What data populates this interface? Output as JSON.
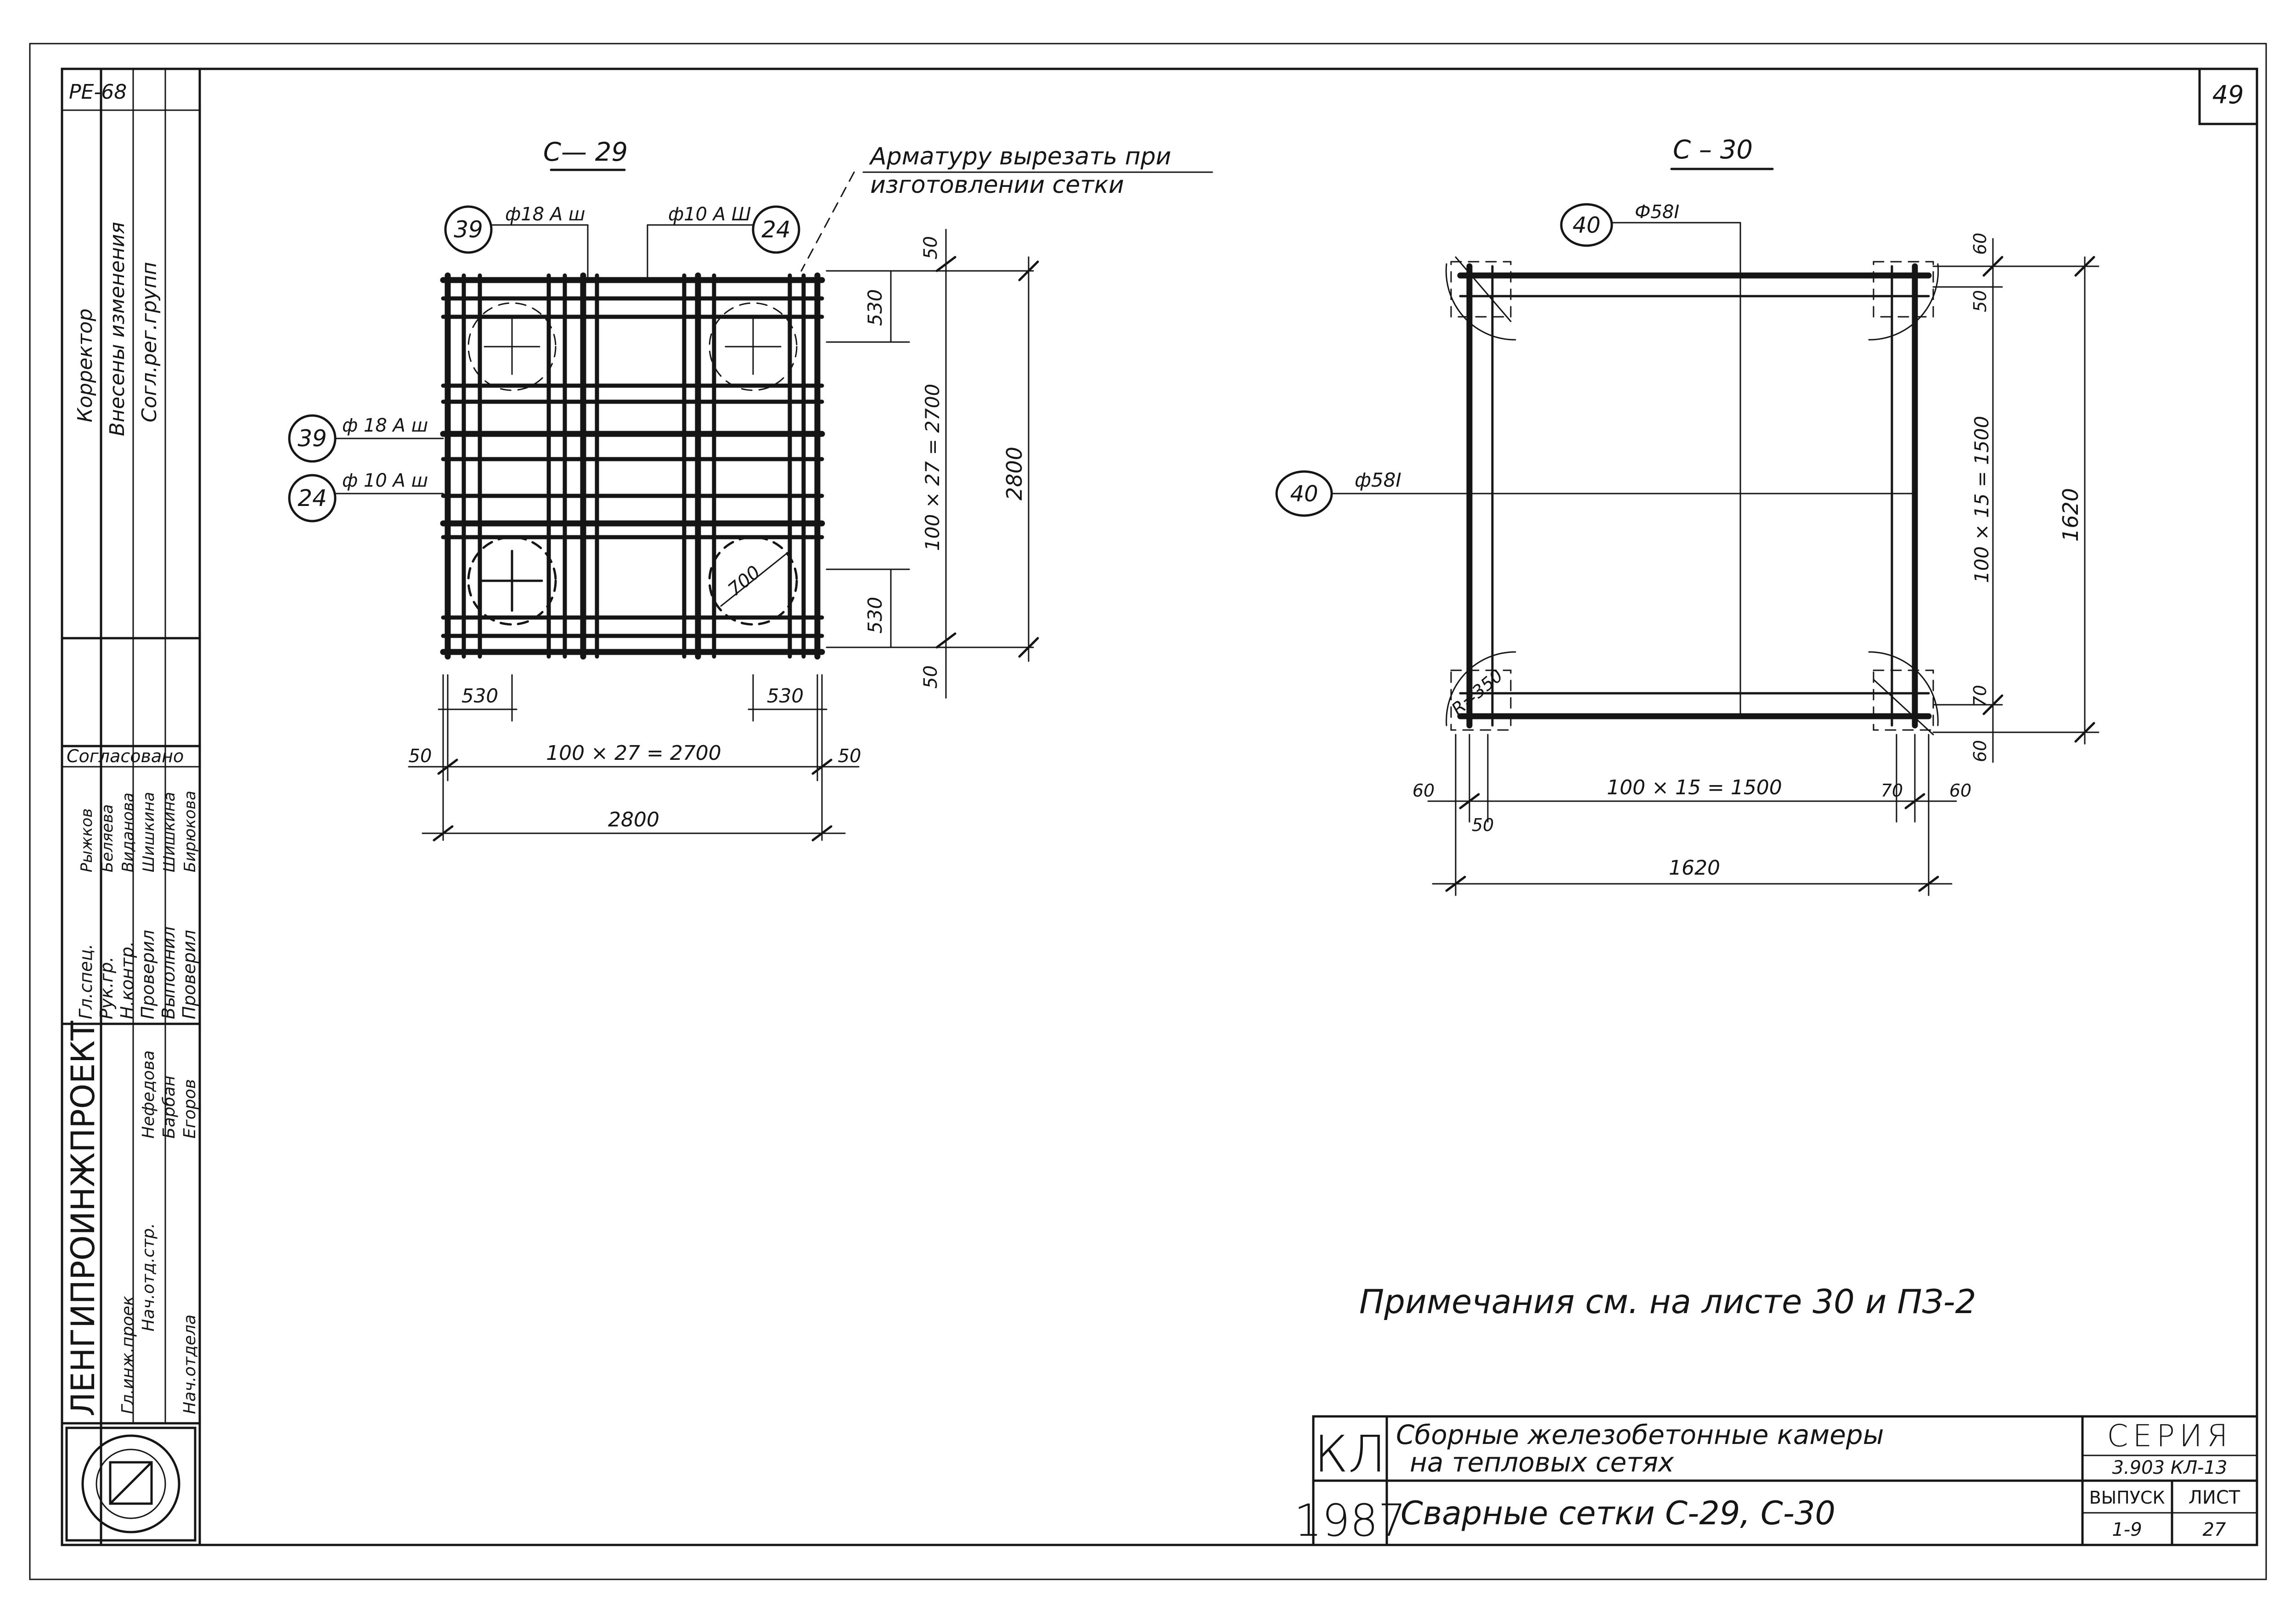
{
  "sheet_number": "49",
  "top_left_stamp": "РЕ-68",
  "drawing_c29": {
    "title": "С— 29",
    "note": [
      "Арматуру вырезать при",
      "изготовлении сетки"
    ],
    "marks": [
      {
        "id": "39",
        "label": "ф18 А ш"
      },
      {
        "id": "24",
        "label": "ф10 А Ш"
      },
      {
        "id": "39",
        "label": "ф 18 А ш"
      },
      {
        "id": "24",
        "label": "ф 10 А ш"
      }
    ],
    "dims": {
      "top_50": "50",
      "top_530": "530",
      "vertical_mid": "100 × 27 = 2700",
      "vertical_total": "2800",
      "bottom_530": "530",
      "bottom_50": "50",
      "bottom_left_530": "530",
      "bottom_right_530": "530",
      "left_50": "50",
      "horizontal_mid": "100 × 27 = 2700",
      "right_50": "50",
      "horizontal_total": "2800",
      "hole_dia": "700"
    }
  },
  "drawing_c30": {
    "title": "С – 30",
    "marks": [
      {
        "id": "40",
        "label": "Ф58I"
      },
      {
        "id": "40",
        "label": "ф58I"
      }
    ],
    "dims": {
      "top_60": "60",
      "top_50": "50",
      "vertical_mid": "100 × 15 = 1500",
      "vertical_total": "1620",
      "bottom_70": "70",
      "bottom_60": "60",
      "left_60": "60",
      "left_50": "50",
      "horizontal_mid": "100 × 15 = 1500",
      "right_70": "70",
      "right_60": "60",
      "horizontal_total": "1620",
      "radius": "R=350"
    }
  },
  "note_bottom": "Примечания см. на листе 30 и ПЗ-2",
  "side_stamp": {
    "org": "ЛЕНГИПРОИНЖПРОЕКТ",
    "approved": "Согласовано",
    "rows_left": [
      "Гл.спец.",
      "Рук.гр.",
      "Н.контр.",
      "Проверил",
      "Выполнил",
      "Проверил"
    ],
    "rows_right": [
      "Рыжков",
      "Беляева",
      "Виданова",
      "Шишкина",
      "Шишкина",
      "Бирюкова"
    ],
    "bottom_rows": [
      "Нач.отдела",
      "Гл.инж.проек",
      "Нач.отд.стр.",
      "Нефедова",
      "Барбан",
      "Егоров"
    ],
    "top_rows": [
      "Корректор",
      "Внесены изменения",
      "Согл.рег.групп"
    ]
  },
  "title_block": {
    "code": "КЛ",
    "year": "1987",
    "title_line1": "Сборные железобетонные камеры",
    "title_line2": "на тепловых сетях",
    "subtitle": "Сварные сетки С-29, С-30",
    "series_label": "СЕРИЯ",
    "series_value": "3.903 КЛ-13",
    "issue_label": "ВЫПУСК",
    "issue_value": "1-9",
    "sheet_label": "ЛИСТ",
    "sheet_value": "27"
  }
}
